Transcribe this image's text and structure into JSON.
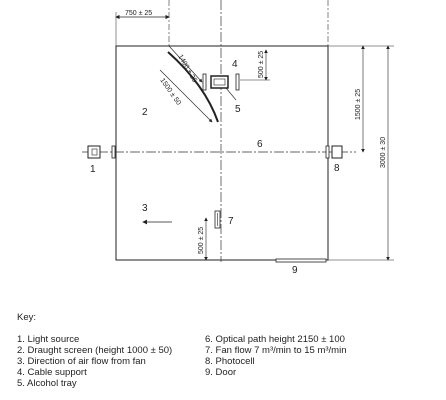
{
  "diagram": {
    "dimensions": {
      "light_source_offset": "750 ± 25",
      "screen_radius_a": "1400 ± 25",
      "screen_radius_b": "1500 ± 50",
      "photocell_offset": "500 ± 25",
      "path_to_mid": "1500 ± 25",
      "room_depth": "3000 ± 30",
      "fan_offset": "500 ± 25"
    },
    "labels": {
      "n1": "1",
      "n2": "2",
      "n3": "3",
      "n4": "4",
      "n5": "5",
      "n6": "6",
      "n7": "7",
      "n8": "8",
      "n9": "9"
    },
    "colors": {
      "line": "#222222",
      "axis": "#333333"
    }
  },
  "key": {
    "title": "Key:",
    "items_left": [
      "1. Light source",
      "2. Draught screen (height 1000 ± 50)",
      "3. Direction of air flow from fan",
      "4. Cable support",
      "5. Alcohol tray"
    ],
    "items_right": [
      "6. Optical path height 2150 ± 100",
      "7. Fan flow 7 m³/min to 15 m³/min",
      "8. Photocell",
      "9. Door"
    ]
  }
}
